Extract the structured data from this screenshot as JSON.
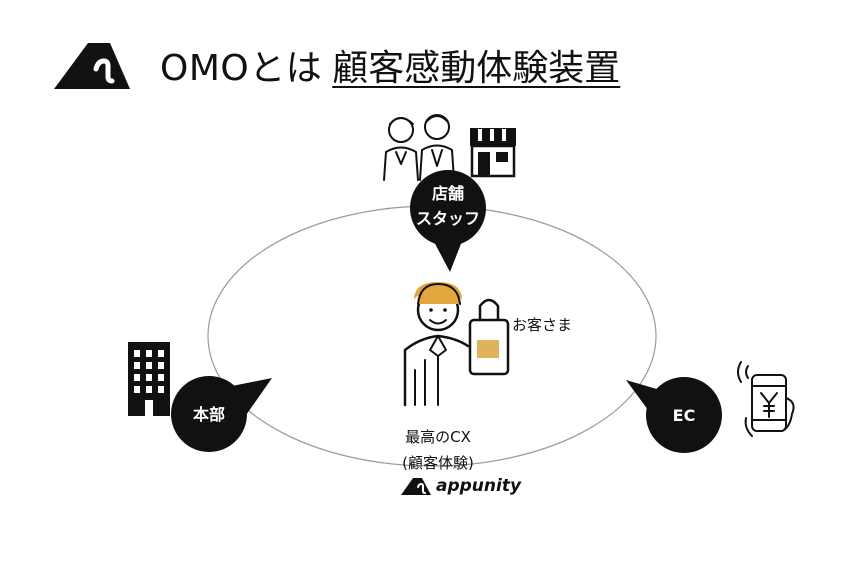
{
  "header": {
    "title_prefix": "OMOとは",
    "title_emphasis": "顧客感動体験装置",
    "logo_icon": "appunity-logo-icon"
  },
  "diagram": {
    "store_bubble": {
      "line1": "店舗",
      "line2": "スタッフ"
    },
    "hq_bubble": {
      "label": "本部"
    },
    "ec_bubble": {
      "label": "EC"
    },
    "customer_label": "お客さま",
    "center_label_line1": "最高のCX",
    "center_label_line2": "(顧客体験)",
    "icons": [
      "staff-people-icon",
      "store-icon",
      "building-icon",
      "customer-with-bag-icon",
      "smartphone-payment-icon"
    ]
  },
  "brand": {
    "name": "appunity"
  },
  "colors": {
    "bubble": "#111111",
    "ring": "#9a9a9a",
    "accent": "#e0b35a",
    "hair": "#e3a63e"
  }
}
